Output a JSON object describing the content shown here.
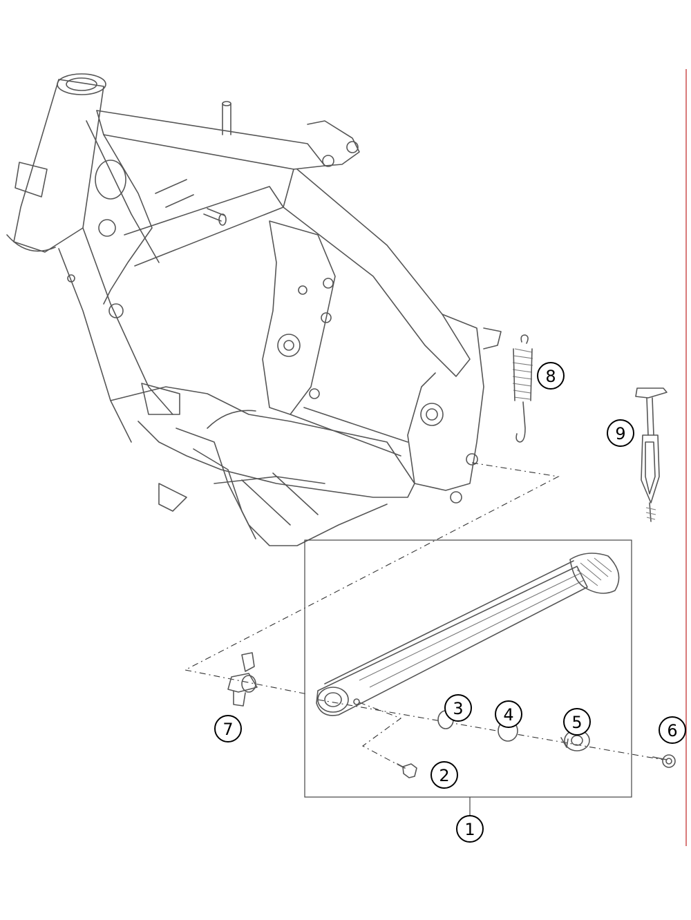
{
  "callouts": [
    {
      "id": "side-stand-assembly",
      "label": "1"
    },
    {
      "id": "screw",
      "label": "2"
    },
    {
      "id": "washer-small",
      "label": "3"
    },
    {
      "id": "washer-large",
      "label": "4"
    },
    {
      "id": "bushing",
      "label": "5"
    },
    {
      "id": "bolt",
      "label": "6"
    },
    {
      "id": "stand-holder",
      "label": "7"
    },
    {
      "id": "tension-spring",
      "label": "8"
    },
    {
      "id": "spring-hook-tool",
      "label": "9"
    }
  ]
}
